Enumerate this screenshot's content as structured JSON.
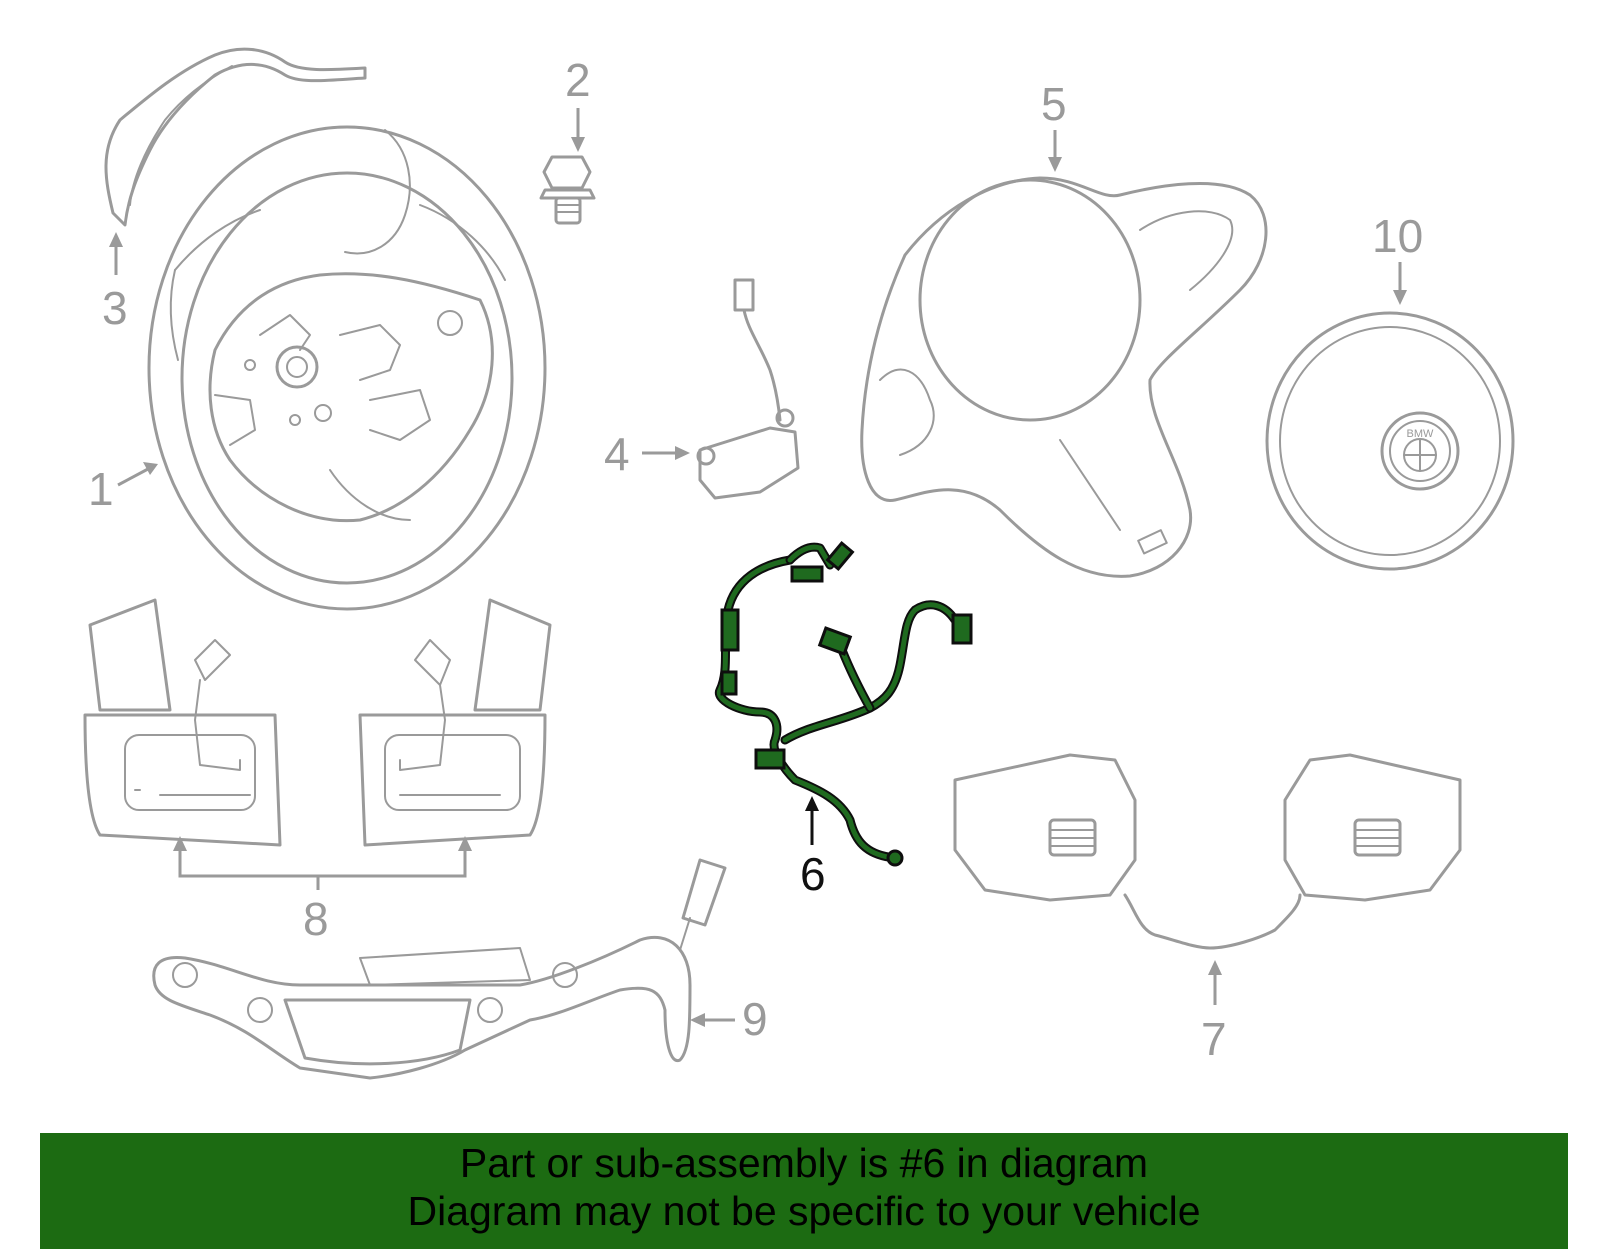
{
  "diagram": {
    "callouts": [
      {
        "id": "1",
        "label": "1"
      },
      {
        "id": "2",
        "label": "2"
      },
      {
        "id": "3",
        "label": "3"
      },
      {
        "id": "4",
        "label": "4"
      },
      {
        "id": "5",
        "label": "5"
      },
      {
        "id": "6",
        "label": "6",
        "highlighted": true
      },
      {
        "id": "7",
        "label": "7"
      },
      {
        "id": "8",
        "label": "8"
      },
      {
        "id": "9",
        "label": "9"
      },
      {
        "id": "10",
        "label": "10"
      }
    ],
    "highlight_color": "#1f6a1f",
    "line_color": "#9a9a9a",
    "logo_text": "BMW"
  },
  "banner": {
    "line1": "Part or sub-assembly is #6 in diagram",
    "line2": "Diagram may not be specific to your vehicle",
    "background": "#1c6b12"
  }
}
